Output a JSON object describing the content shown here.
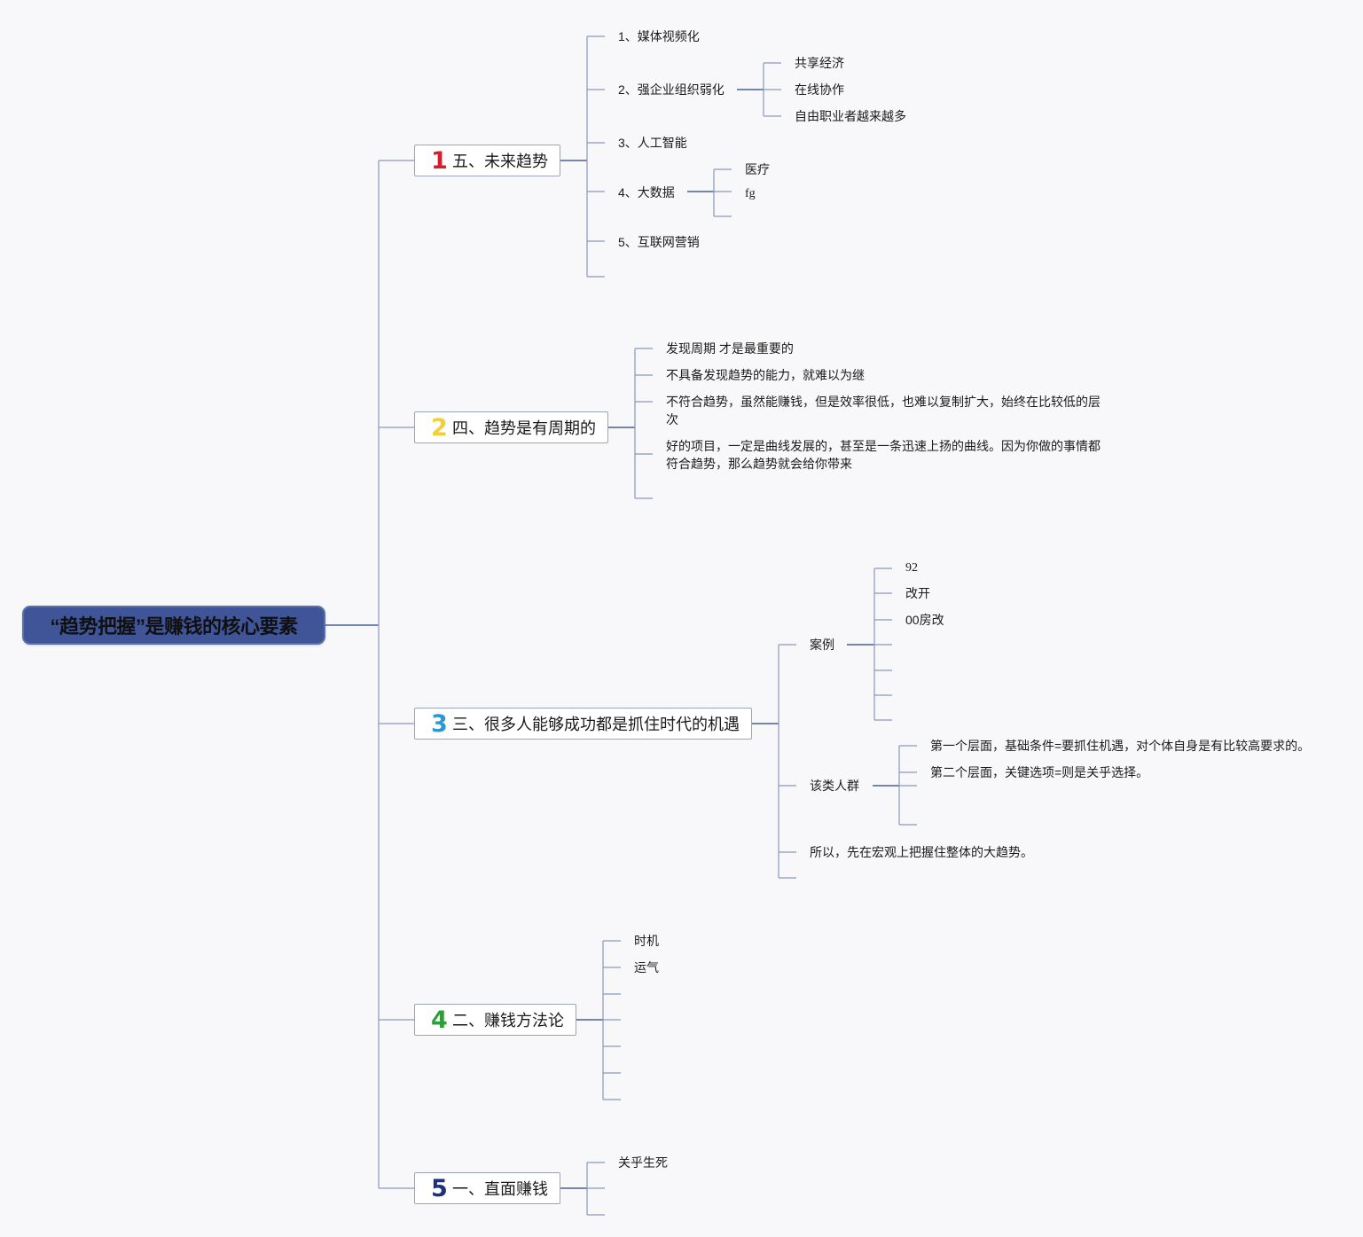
{
  "root": {
    "label": "“趋势把握”是赚钱的核心要素"
  },
  "colors": {
    "root_fill": "#3f5597",
    "connector": "#4a5f95",
    "badge_1": "#d81e2e",
    "badge_2": "#f2cf3a",
    "badge_3": "#2a97d8",
    "badge_4": "#2e9e3a",
    "badge_5": "#1f2f78"
  },
  "branches": [
    {
      "badge": "1",
      "label": "五、未来趋势",
      "children": [
        {
          "label": "1、媒体视频化"
        },
        {
          "label": "2、强企业组织弱化",
          "children": [
            "共享经济",
            "在线协作",
            "自由职业者越来越多"
          ]
        },
        {
          "label": "3、人工智能"
        },
        {
          "label": "4、大数据",
          "children": [
            "医疗",
            "fg",
            ""
          ]
        },
        {
          "label": "5、互联网营销"
        },
        {
          "label": ""
        }
      ]
    },
    {
      "badge": "2",
      "label": "四、趋势是有周期的",
      "children": [
        {
          "label": "发现周期 才是最重要的"
        },
        {
          "label": "不具备发现趋势的能力，就难以为继"
        },
        {
          "label": "不符合趋势，虽然能赚钱，但是效率很低，也难以复制扩大，始终在比较低的层次"
        },
        {
          "label": "好的项目，一定是曲线发展的，甚至是一条迅速上扬的曲线。因为你做的事情都符合趋势，那么趋势就会给你带来"
        },
        {
          "label": ""
        }
      ]
    },
    {
      "badge": "3",
      "label": "三、很多人能够成功都是抓住时代的机遇",
      "children": [
        {
          "label": "案例",
          "children": [
            "92",
            "改开",
            "00房改",
            "",
            "",
            "",
            ""
          ]
        },
        {
          "label": "该类人群",
          "children": [
            "第一个层面，基础条件=要抓住机遇，对个体自身是有比较高要求的。",
            "第二个层面，关键选项=则是关乎选择。",
            "",
            ""
          ]
        },
        {
          "label": "所以，先在宏观上把握住整体的大趋势。"
        },
        {
          "label": ""
        }
      ]
    },
    {
      "badge": "4",
      "label": "二、赚钱方法论",
      "children": [
        {
          "label": "时机"
        },
        {
          "label": "运气"
        },
        {
          "label": ""
        },
        {
          "label": ""
        },
        {
          "label": ""
        },
        {
          "label": ""
        },
        {
          "label": ""
        }
      ]
    },
    {
      "badge": "5",
      "label": "一、直面赚钱",
      "children": [
        {
          "label": "关乎生死"
        },
        {
          "label": ""
        },
        {
          "label": ""
        }
      ]
    }
  ]
}
